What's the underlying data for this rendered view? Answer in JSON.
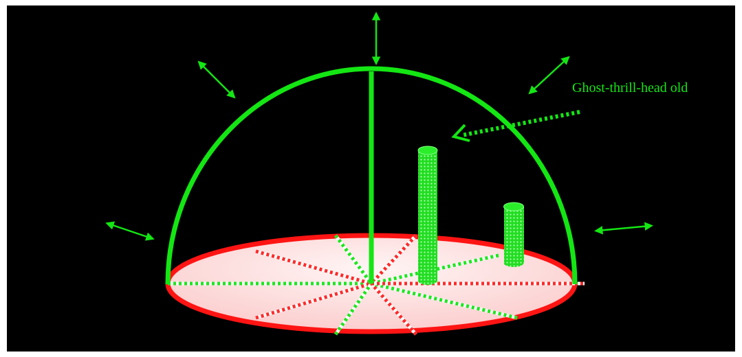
{
  "label": {
    "text": "Ghost-thrill-head old"
  },
  "colors": {
    "background": "#000000",
    "frame": "#ffffff",
    "accent_green": "#14e614",
    "disk_border": "#ff1414",
    "disk_fill_light": "#fff5f5",
    "disk_fill_dark": "#fbcaca",
    "stripe_red": "#ff2a2a",
    "stripe_white": "#ffffff",
    "stripe_green": "#1ee61e"
  },
  "icons": {
    "expansion_arrows": "double-headed-arrow",
    "pointer": "dotted-arrow"
  }
}
